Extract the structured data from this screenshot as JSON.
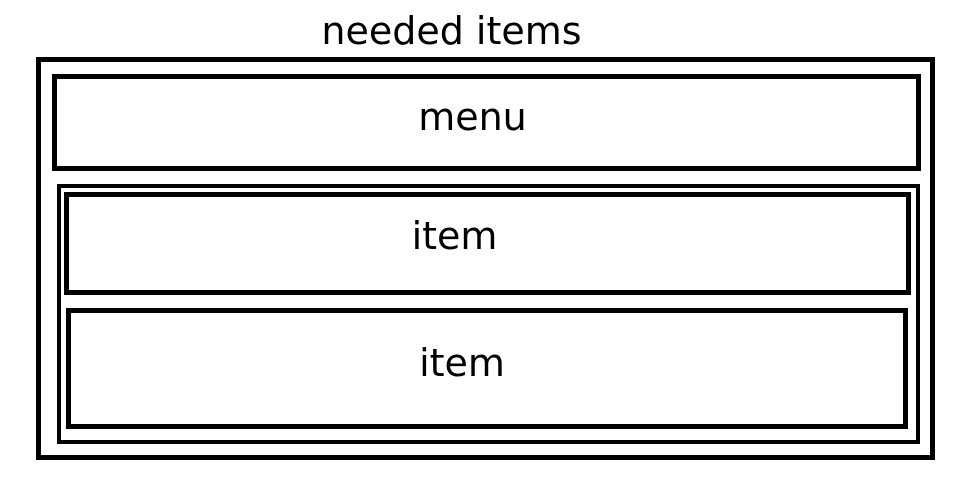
{
  "title": "needed items",
  "menu": {
    "label": "menu"
  },
  "items": [
    {
      "label": "item"
    },
    {
      "label": "item"
    }
  ]
}
